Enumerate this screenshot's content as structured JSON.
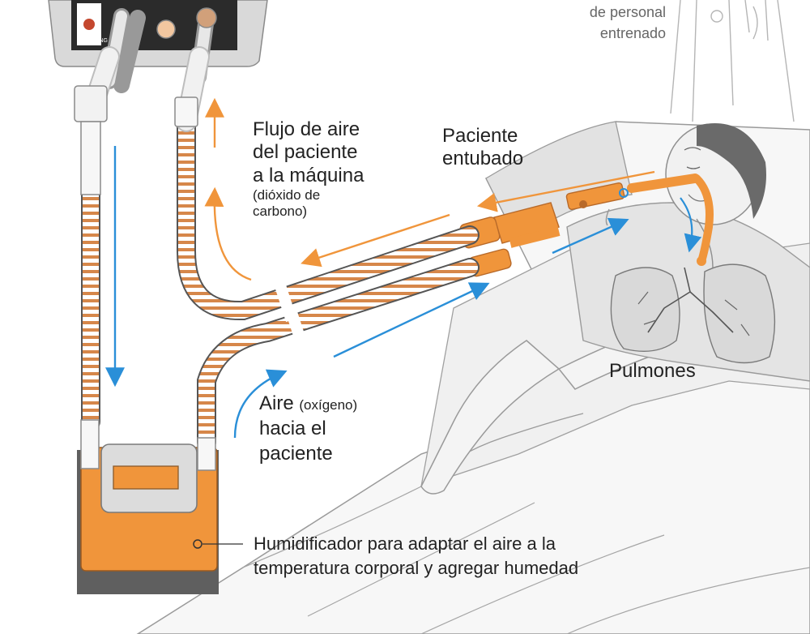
{
  "labels": {
    "staff": {
      "line1": "de personal",
      "line2": "entrenado"
    },
    "airflow_out": {
      "line1": "Flujo de aire",
      "line2": "del paciente",
      "line3": "a la máquina",
      "line4": "(dióxido de",
      "line5": "carbono)"
    },
    "patient": {
      "line1": "Paciente",
      "line2": "entubado"
    },
    "lungs": "Pulmones",
    "airflow_in": {
      "word": "Aire",
      "note": "(oxígeno)",
      "line2": "hacia el",
      "line3": "paciente"
    },
    "humidifier": {
      "line1": "Humidificador para adaptar el aire a la",
      "line2": "temperatura corporal y agregar humedad"
    },
    "brand": "LEISTUNG"
  },
  "colors": {
    "orange": "#f0953b",
    "blue": "#2a8fd8",
    "tube_dark": "#b86a2a",
    "sketch": "#9a9a9a",
    "shade": "#d8d8d8"
  }
}
